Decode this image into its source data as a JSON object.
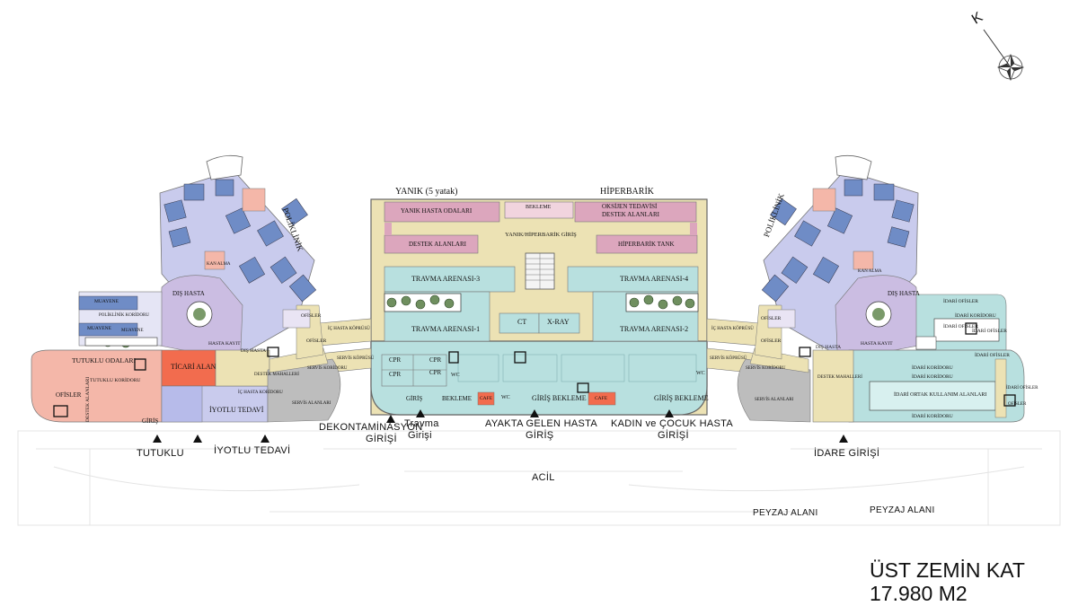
{
  "title": {
    "line1": "ÜST ZEMİN KAT",
    "line2": "17.980 M2"
  },
  "compass": {
    "letter": "K"
  },
  "blocks": {
    "yanik": "YANIK (5 yatak)",
    "hiperbarik": "HİPERBARİK",
    "poliklinik_left": "POLİKLİNİK",
    "poliklinik_right": "POLİKLİNİK"
  },
  "rooms": {
    "yanik_hasta_odalari": "YANIK HASTA ODALARI",
    "bekleme_top": "BEKLEME",
    "oksijen": "OKSİJEN TEDAVİSİ",
    "destek_alanlari_top": "DESTEK ALANLARI",
    "destek_alanlari": "DESTEK ALANLARI",
    "yanik_hiperbarik_giris": "YANIK/HİPERBARİK GİRİŞ",
    "hiperbarik_tank": "HİPERBARİK TANK",
    "travma_3": "TRAVMA ARENASI-3",
    "travma_4": "TRAVMA ARENASI-4",
    "travma_1": "TRAVMA ARENASI-1",
    "travma_2": "TRAVMA ARENASI-2",
    "ct": "CT",
    "xray": "X-RAY",
    "cpr1": "CPR",
    "cpr2": "CPR",
    "cpr3": "CPR",
    "cpr4": "CPR",
    "wc1": "WC",
    "wc2": "WC",
    "wc3": "WC",
    "giris_small": "GİRİŞ",
    "bekleme_bottom": "BEKLEME",
    "cafe1": "CAFE",
    "cafe2": "CAFE",
    "giris_bekleme1": "GİRİŞ BEKLEME",
    "giris_bekleme2": "GİRİŞ BEKLEME",
    "dis_hasta_l": "DIŞ HASTA",
    "dis_hasta_r": "DIŞ HASTA",
    "dis_hasta_l2": "DIŞ HASTA",
    "dis_hasta_r2": "DIŞ HASTA",
    "tutuklu_odalari": "TUTUKLU ODALARI",
    "tutuklu_koridoru": "TUTUKLU KORİDORU",
    "ticari_alan": "TİCARİ ALAN",
    "ofisler_l": "OFİSLER",
    "ofisler_l2": "OFİSLER",
    "ofisler_l3": "OFİSLER",
    "ofisler_r": "OFİSLER",
    "ofisler_r2": "OFİSLER",
    "idari_ofisler1": "İDARİ OFİSLER",
    "idari_ofisler2": "İDARİ OFİSLER",
    "idari_ofisler3": "İDARİ OFİSLER",
    "idari_ofisler4": "İDARİ OFİSLER",
    "idari_ofisler5": "İDARİ OFİSLER",
    "idari_koridoru1": "İDARİ KORİDORU",
    "idari_koridoru2": "İDARİ KORİDORU",
    "idari_koridoru3": "İDARİ KORİDORU",
    "idari_koridoru4": "İDARİ KORİDORU",
    "idari_ortak": "İDARİ ORTAK KULLANIM ALANLARI",
    "iyotlu_tedavi_room": "İYOTLU TEDAVİ",
    "giris_tutuklu": "GİRİŞ",
    "kan_alma_l": "KAN ALMA",
    "kan_alma_r": "KAN ALMA",
    "hasta_kayit_l": "HASTA KAYIT",
    "hasta_kayit_r": "HASTA KAYIT",
    "muayene1": "MUAYENE",
    "muayene2": "MUAYENE",
    "muayene3": "MUAYENE",
    "poliklinik_koridoru": "POLİKLİNİK KORİDORU",
    "destek_mahalleri1": "DESTEK MAHALLERİ",
    "destek_mahalleri2": "DESTEK MAHALLERİ",
    "ic_hasta_koridoru": "İÇ HASTA KORİDORU",
    "ic_hasta_koprusu_l": "İÇ HASTA KÖPRÜSÜ",
    "ic_hasta_koprusu_r": "İÇ HASTA KÖPRÜSÜ",
    "servis_koprusu_l": "SERVİS KÖPRÜSÜ",
    "servis_koprusu_r": "SERVİS KÖPRÜSÜ",
    "servis_koridoru_l": "SERVİS KORİDORU",
    "servis_koridoru_r": "SERVİS KORİDORU",
    "servis_alanlari_l": "SERVİS ALANLARI",
    "servis_alanlari_r": "SERVİS ALANLARI",
    "destek_alanlari_l": "DESTEK ALANLARI",
    "ofisler_left_block": "OFİSLER"
  },
  "entrances": {
    "tutuklu": "TUTUKLU",
    "iyotlu": "İYOTLU TEDAVİ",
    "dekontaminasyon": "DEKONTAMİNASYON",
    "dekontaminasyon_giris": "GİRİŞİ",
    "travma": "Travma",
    "travma_giris": "Girişi",
    "ayakta": "AYAKTA GELEN HASTA",
    "ayakta_giris": "GİRİŞ",
    "kadin": "KADIN ve ÇOCUK HASTA",
    "kadin_giris": "GİRİŞİ",
    "idare": "İDARE GİRİŞİ",
    "acil": "ACİL"
  },
  "landscape": {
    "peyzaj1": "PEYZAJ ALANI",
    "peyzaj2": "PEYZAJ ALANI"
  },
  "colors": {
    "teal": "#b8e0df",
    "beige": "#ece2b4",
    "pink": "#dca6bd",
    "purple": "#cbbde2",
    "blue": "#6f8cc6",
    "salmon": "#f4b7a9",
    "orange": "#f26c4e",
    "lavender": "#c9cbed",
    "gray": "#9a9a9a"
  }
}
